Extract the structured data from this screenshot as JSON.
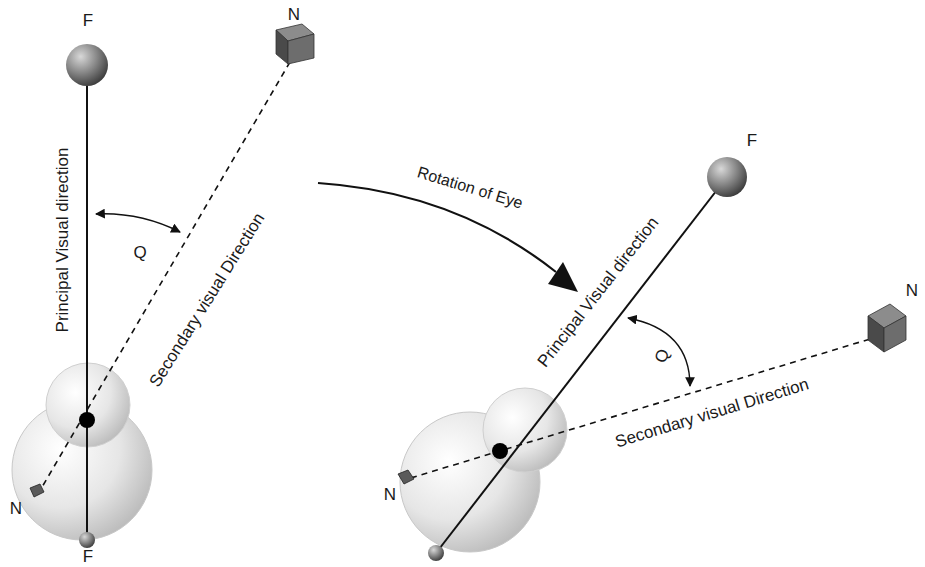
{
  "diagram": {
    "labels": [
      "F",
      "N",
      "Principal Visual direction",
      "Secondary visual Direction",
      "Q",
      "Rotation of Eye",
      "N",
      "F",
      "F",
      "Principal Visual direction",
      "Q",
      "Secondary visual Direction",
      "N",
      "N"
    ]
  }
}
